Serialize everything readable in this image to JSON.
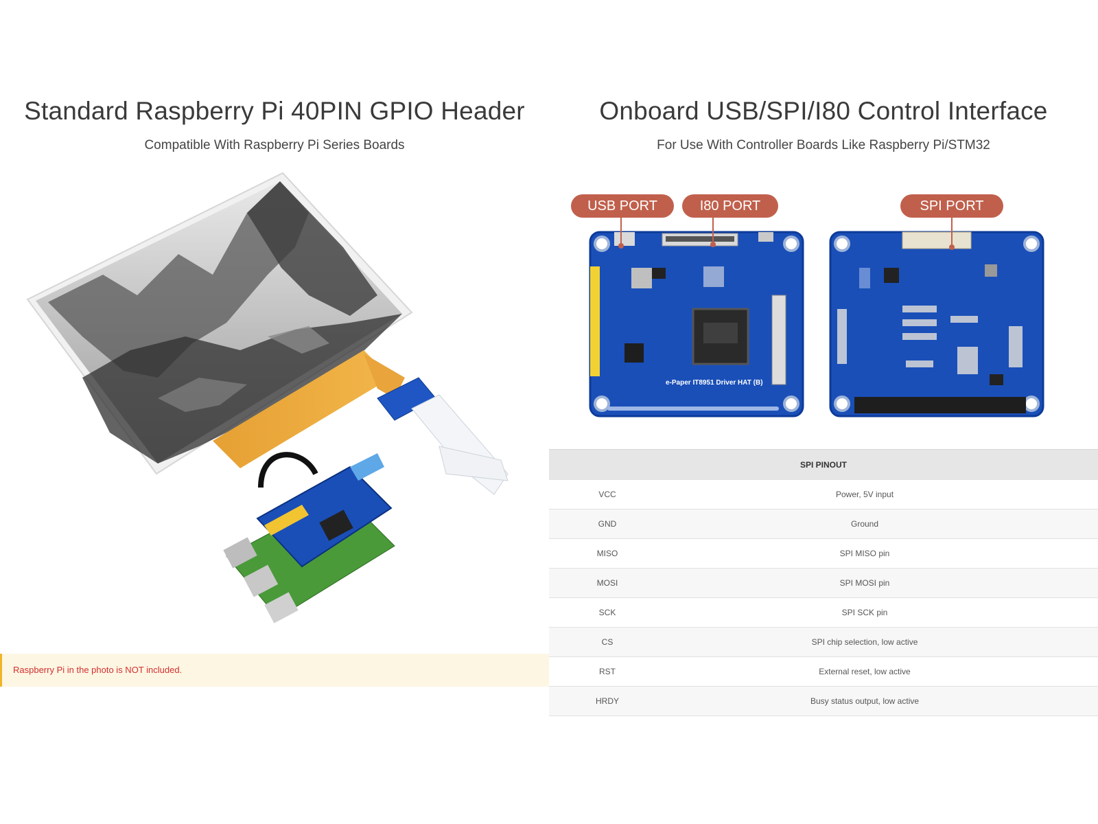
{
  "left": {
    "title": "Standard Raspberry Pi 40PIN GPIO Header",
    "subtitle": "Compatible With Raspberry Pi Series Boards",
    "note": "Raspberry Pi in the photo is NOT included."
  },
  "right": {
    "title": "Onboard USB/SPI/I80 Control Interface",
    "subtitle": "For Use With Controller Boards Like Raspberry Pi/STM32",
    "labels": {
      "usb": "USB PORT",
      "i80": "I80 PORT",
      "spi": "SPI PORT"
    },
    "board_text": "e-Paper IT8951 Driver HAT (B)"
  },
  "table": {
    "header": "SPI PINOUT",
    "rows": [
      {
        "pin": "VCC",
        "desc": "Power, 5V input"
      },
      {
        "pin": "GND",
        "desc": "Ground"
      },
      {
        "pin": "MISO",
        "desc": "SPI MISO pin"
      },
      {
        "pin": "MOSI",
        "desc": "SPI MOSI pin"
      },
      {
        "pin": "SCK",
        "desc": "SPI SCK pin"
      },
      {
        "pin": "CS",
        "desc": "SPI chip selection, low active"
      },
      {
        "pin": "RST",
        "desc": "External reset, low active"
      },
      {
        "pin": "HRDY",
        "desc": "Busy status output, low active"
      }
    ]
  },
  "colors": {
    "pcb": "#1a4fb8",
    "pill": "#c0604c",
    "accent_note": "#f0b429",
    "note_text": "#d32f2f"
  }
}
